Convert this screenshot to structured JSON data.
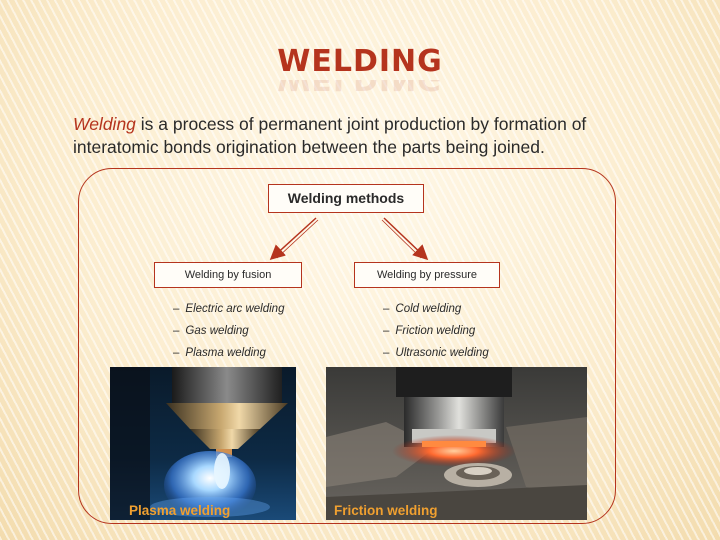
{
  "slide": {
    "title": "WELDING",
    "intro": {
      "term": "Welding",
      "text": " is a process of permanent joint production by formation of interatomic bonds origination between the parts being joined."
    },
    "methods": {
      "root": "Welding methods",
      "fusion": {
        "label": "Welding by fusion",
        "items": [
          "Electric arc welding",
          "Gas welding",
          "Plasma welding"
        ]
      },
      "pressure": {
        "label": "Welding by pressure",
        "items": [
          "Cold welding",
          "Friction  welding",
          "Ultrasonic welding"
        ]
      }
    },
    "photos": {
      "plasma_caption": "Plasma welding",
      "friction_caption": "Friction welding"
    },
    "colors": {
      "accent": "#b5341e",
      "caption": "#f0a030"
    }
  }
}
